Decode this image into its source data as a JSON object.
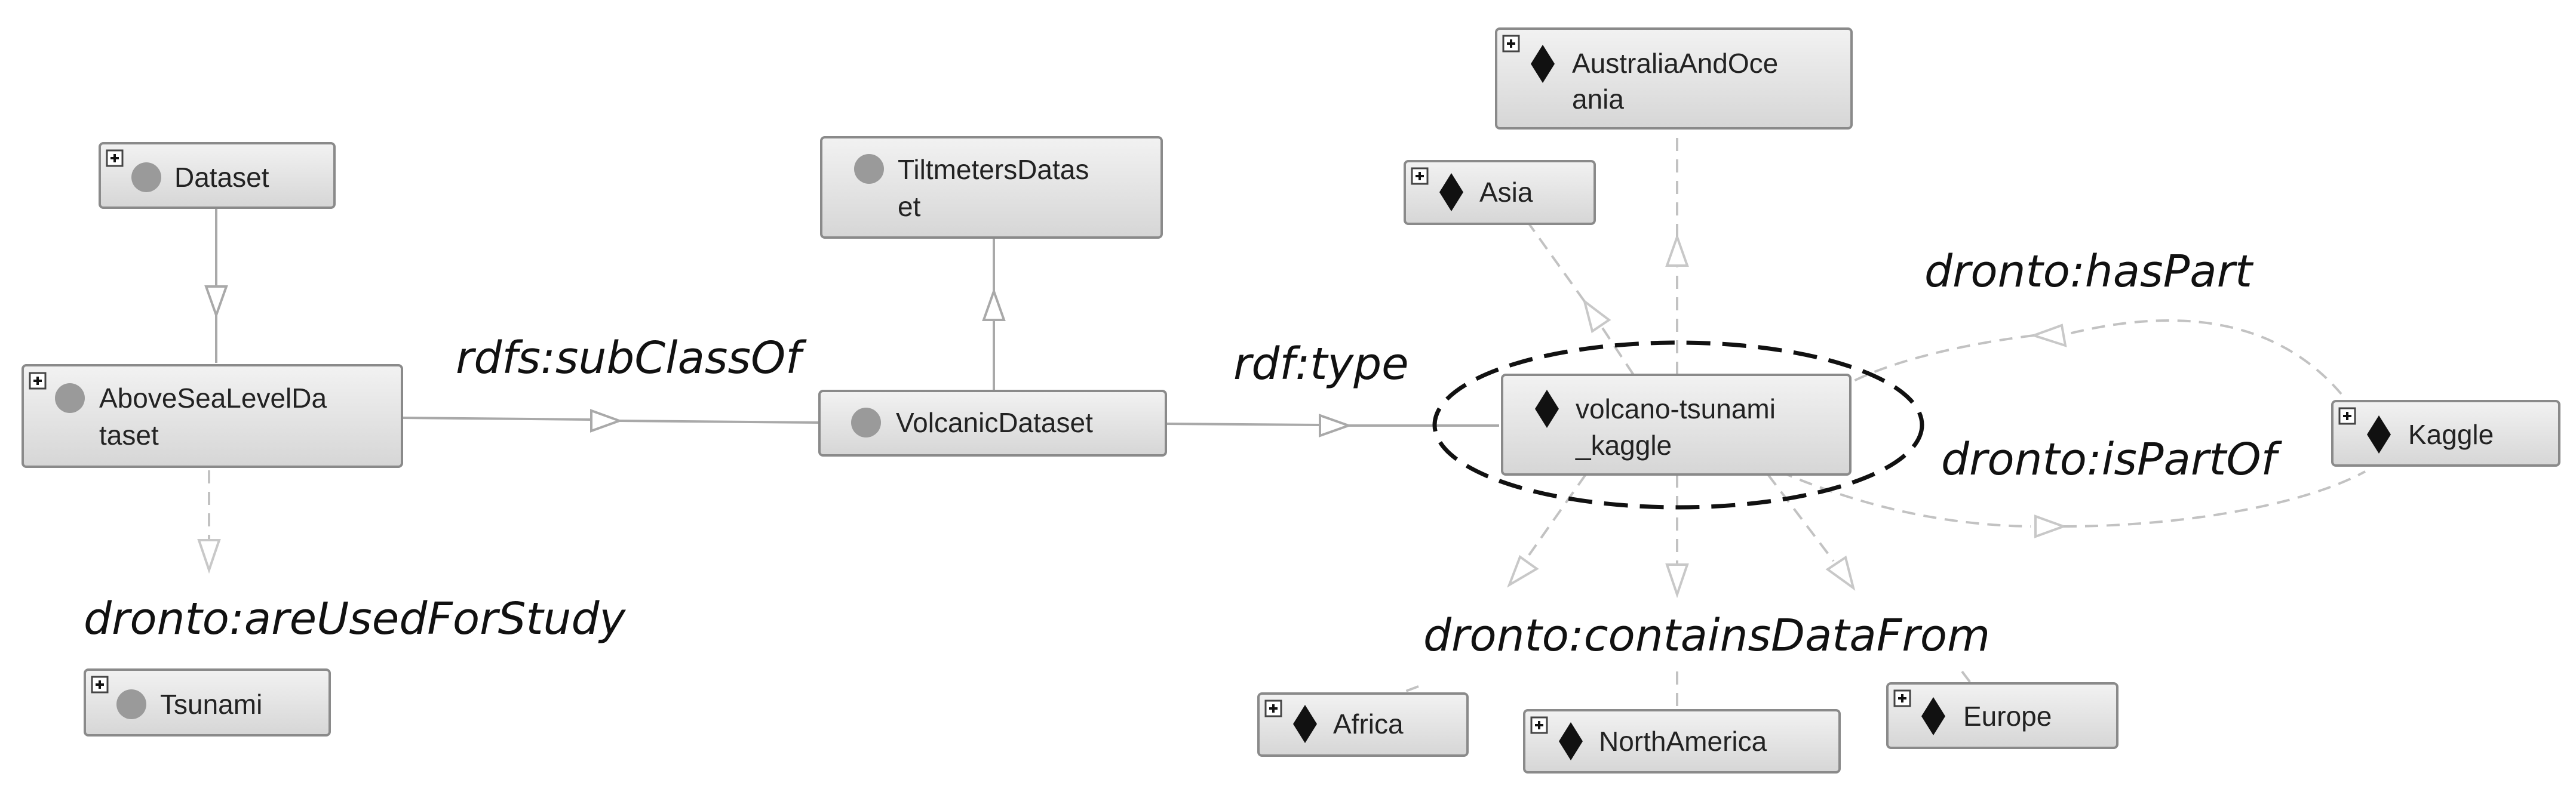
{
  "nodes": {
    "dataset": "Dataset",
    "above_sea_level_l1": "AboveSeaLevelDa",
    "above_sea_level_l2": "taset",
    "tsunami": "Tsunami",
    "tiltmeters_l1": "TiltmetersDatas",
    "tiltmeters_l2": "et",
    "volcanic_dataset": "VolcanicDataset",
    "australia_l1": "AustraliaAndOce",
    "australia_l2": "ania",
    "asia": "Asia",
    "volcano_l1": "volcano-tsunami",
    "volcano_l2": "_kaggle",
    "kaggle": "Kaggle",
    "africa": "Africa",
    "north_america": "NorthAmerica",
    "europe": "Europe"
  },
  "edge_labels": {
    "subclass_of": "rdfs:subClassOf",
    "type": "rdf:type",
    "has_part": "dronto:hasPart",
    "is_part_of": "dronto:isPartOf",
    "are_used_for_study": "dronto:areUsedForStudy",
    "contains_data_from": "dronto:containsDataFrom"
  },
  "colors": {
    "class_icon": "#9a9a9a",
    "individual_icon": "#111111",
    "node_fill_top": "#f2f2f2",
    "node_fill_bottom": "#d6d6d6",
    "edge": "#a9a9a9"
  }
}
